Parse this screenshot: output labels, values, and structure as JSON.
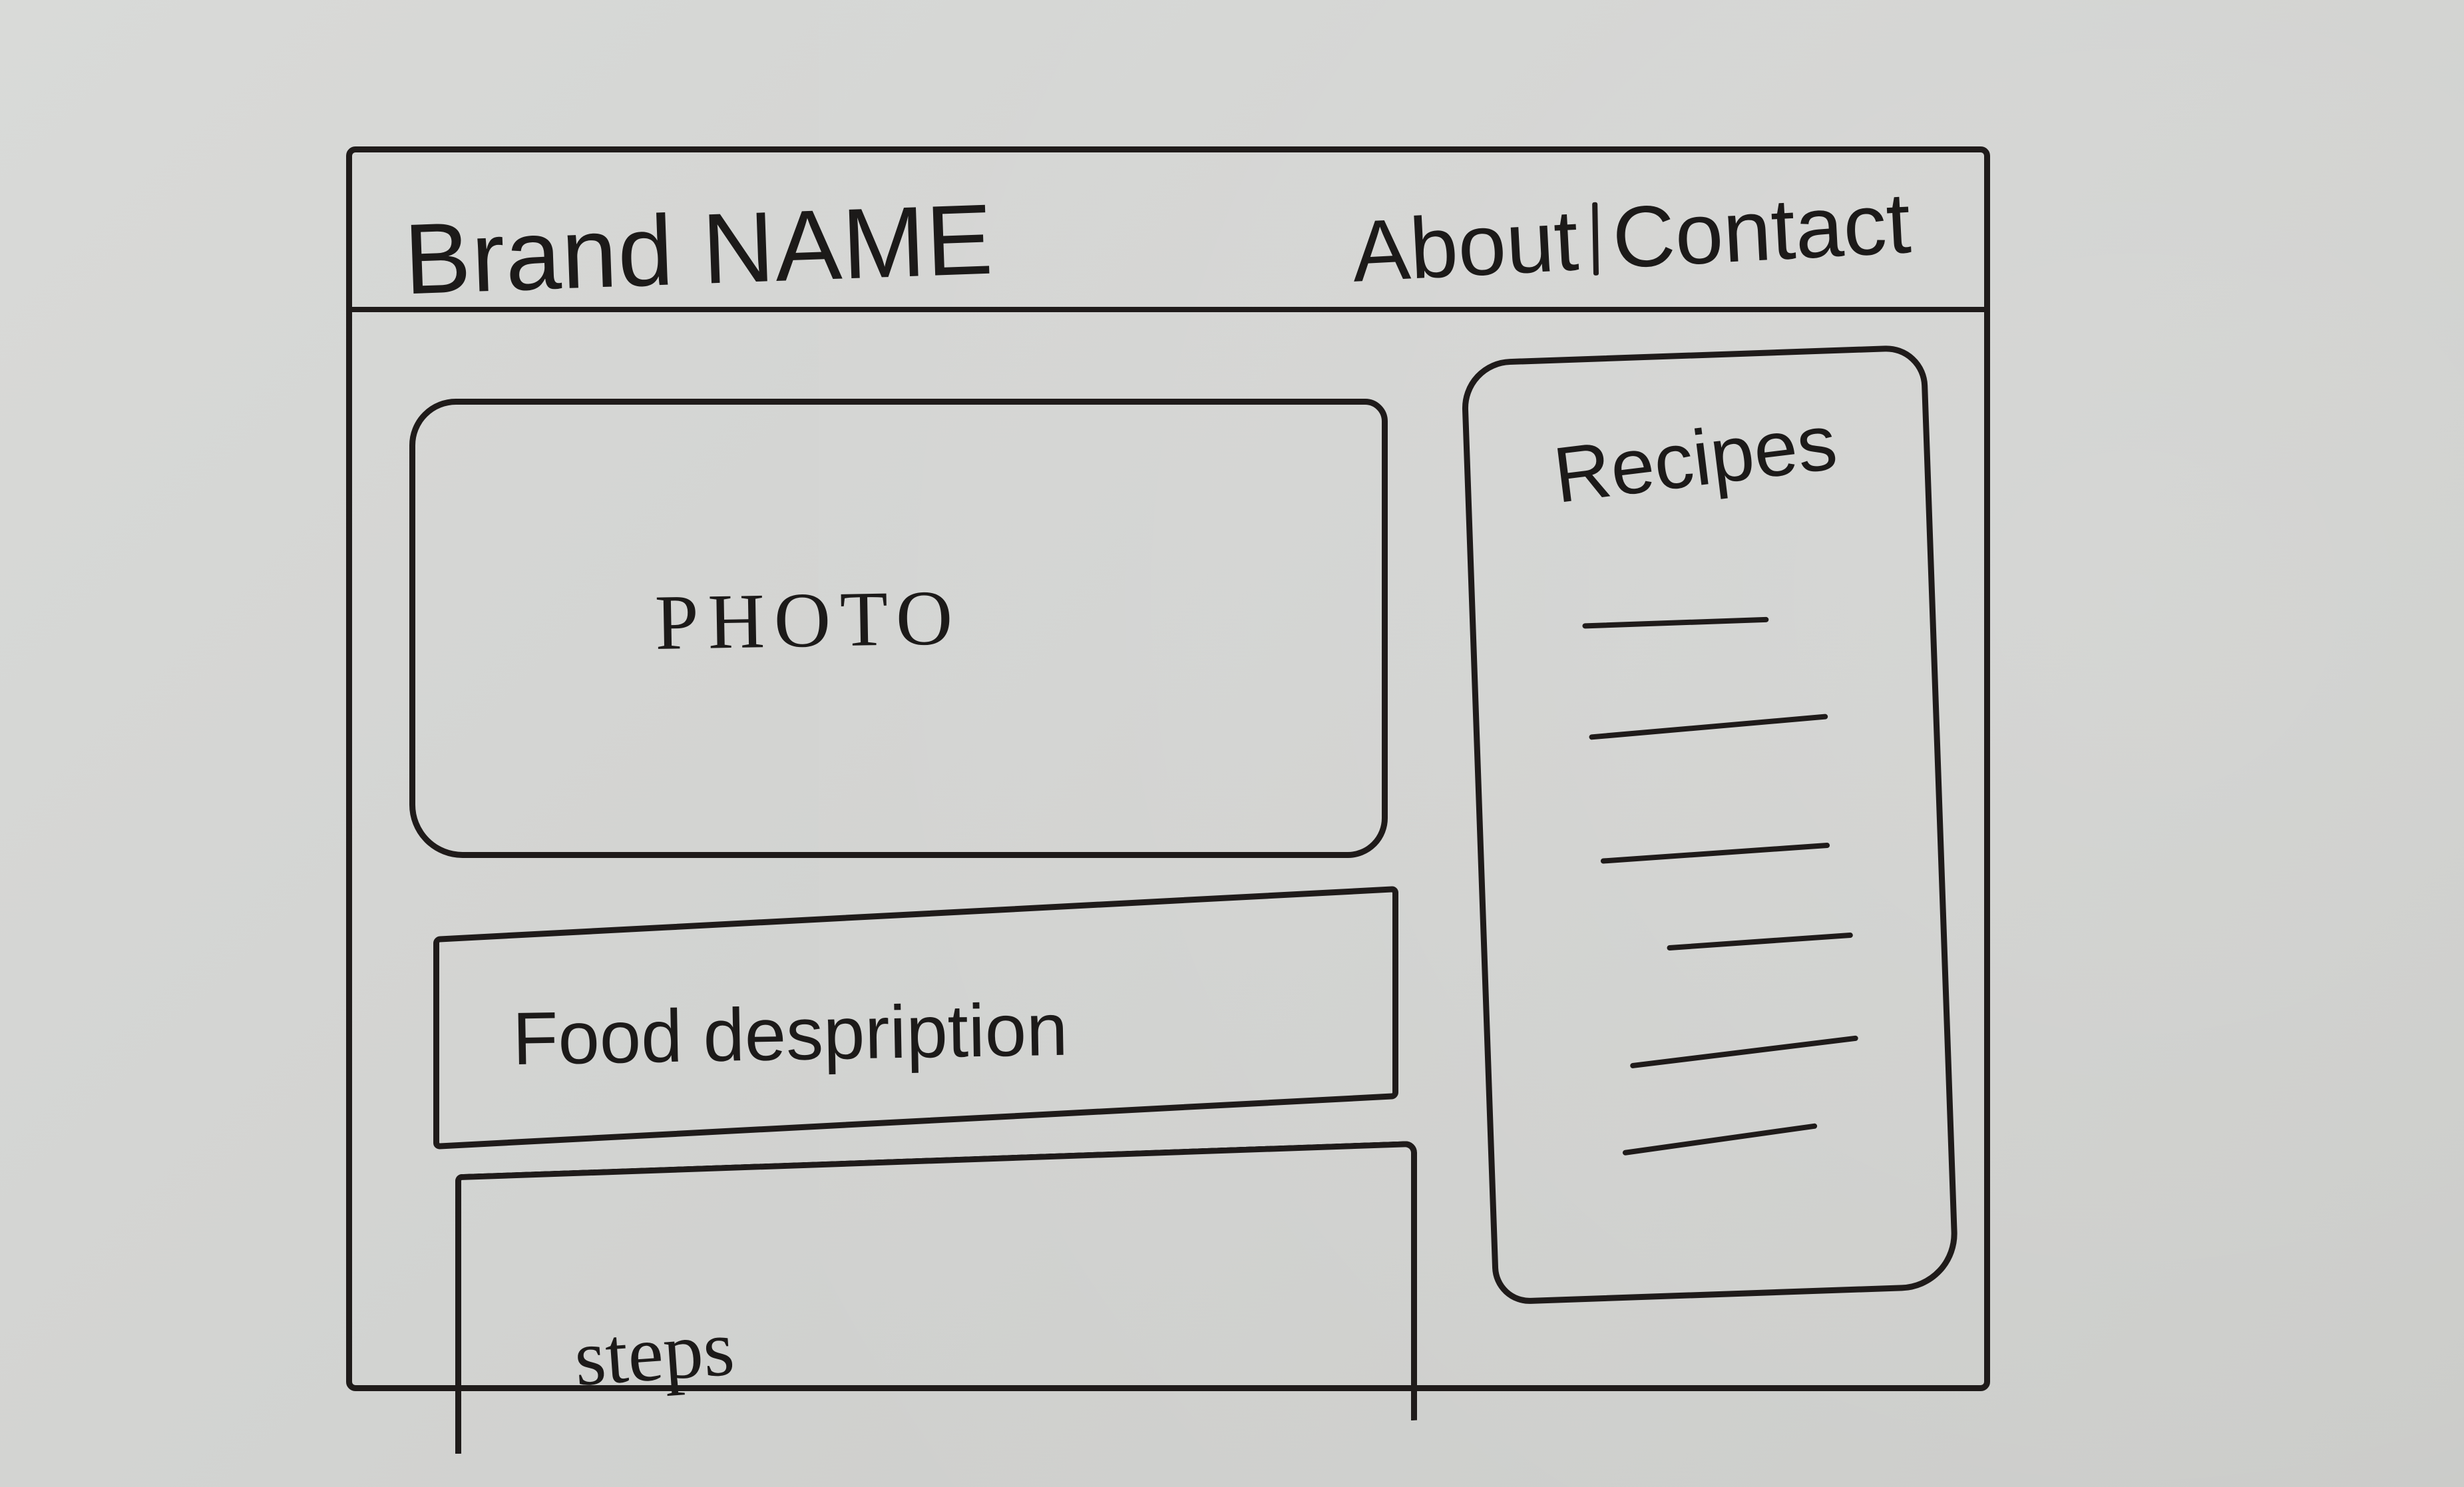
{
  "header": {
    "brand": "Brand NAME",
    "nav_about": "About",
    "nav_contact": "Contact"
  },
  "main": {
    "photo_label": "PHOTO",
    "description_label": "Food despription",
    "steps_label": "steps"
  },
  "sidebar": {
    "title": "Recipes"
  }
}
